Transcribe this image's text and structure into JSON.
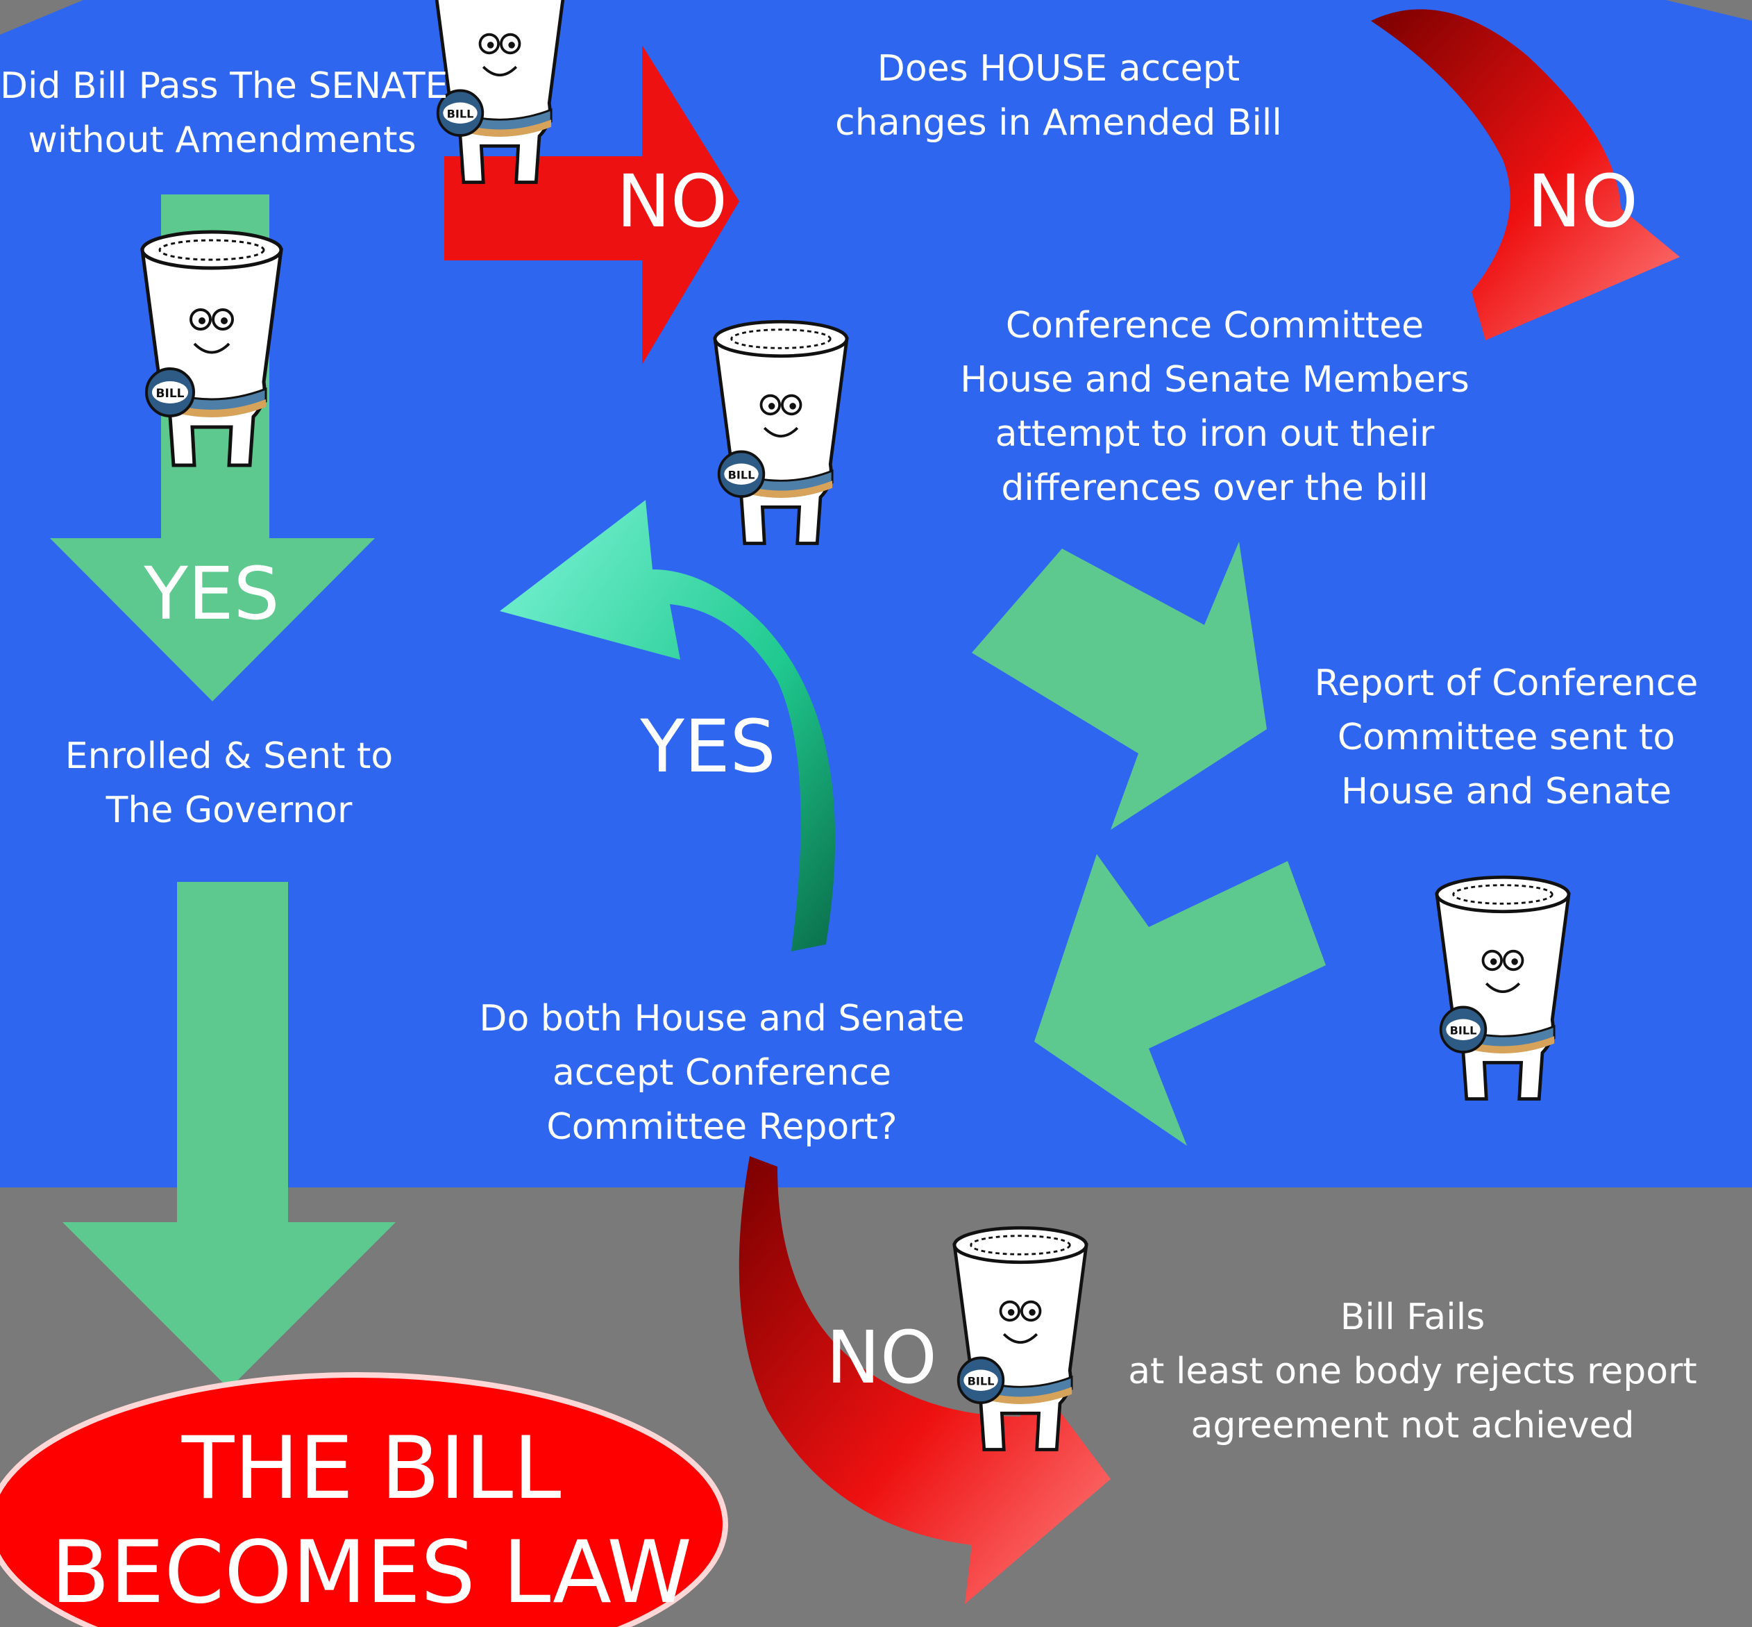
{
  "colors": {
    "blue_panel": "#2f66f0",
    "gray_panel": "#7a7a7a",
    "green_arrow": "#5ec98f",
    "red_arrow": "#ee1111",
    "law_oval": "#ff0000",
    "text": "#ffffff"
  },
  "steps": {
    "senate_question": [
      "Did Bill Pass The SENATE",
      "without Amendments"
    ],
    "house_question": [
      "Does HOUSE accept",
      "changes in Amended Bill"
    ],
    "conference_committee": [
      "Conference Committee",
      "House and Senate Members",
      "attempt to iron out their",
      "differences over the bill"
    ],
    "conference_report": [
      "Report of Conference",
      "Committee sent to",
      "House and Senate"
    ],
    "enrolled": [
      "Enrolled & Sent to",
      "The Governor"
    ],
    "both_accept_question": [
      "Do both House and Senate",
      "accept Conference",
      "Committee Report?"
    ],
    "bill_fails": [
      "Bill Fails",
      "at least one body rejects report",
      "agreement not achieved"
    ],
    "final": [
      "THE BILL",
      "BECOMES LAW"
    ]
  },
  "answers": {
    "no_senate": "NO",
    "no_house": "NO",
    "yes_senate": "YES",
    "yes_both": "YES",
    "no_both": "NO"
  },
  "character": {
    "icon": "bill-character-icon",
    "badge_text": "BILL"
  }
}
